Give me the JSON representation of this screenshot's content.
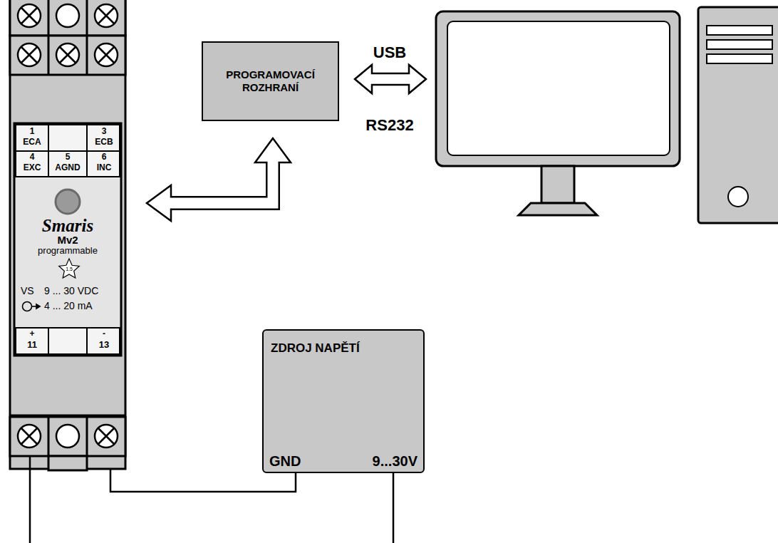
{
  "diagram": {
    "nodes": [
      {
        "text": [
          "Smaris",
          "Mv2",
          "programmable"
        ]
      },
      {
        "text": [
          "PROGRAMOVACÍ ROZHRANÍ"
        ]
      },
      {
        "text": [
          "ZDROJ NAPĚTÍ",
          "GND",
          "9...30V"
        ]
      }
    ],
    "edges": [
      {
        "from": 0,
        "to": 1,
        "arrow": "both"
      },
      {
        "from": 0,
        "to": 2,
        "arrow": "none"
      }
    ],
    "labels": [
      "1",
      "ECA",
      "3",
      "ECB",
      "4",
      "EXC",
      "5",
      "AGND",
      "6",
      "INC",
      "1.5",
      "VS",
      "9 ... 30 VDC",
      "4 ... 20 mA",
      "+",
      "11",
      "-",
      "13",
      "USB",
      "RS232"
    ]
  }
}
